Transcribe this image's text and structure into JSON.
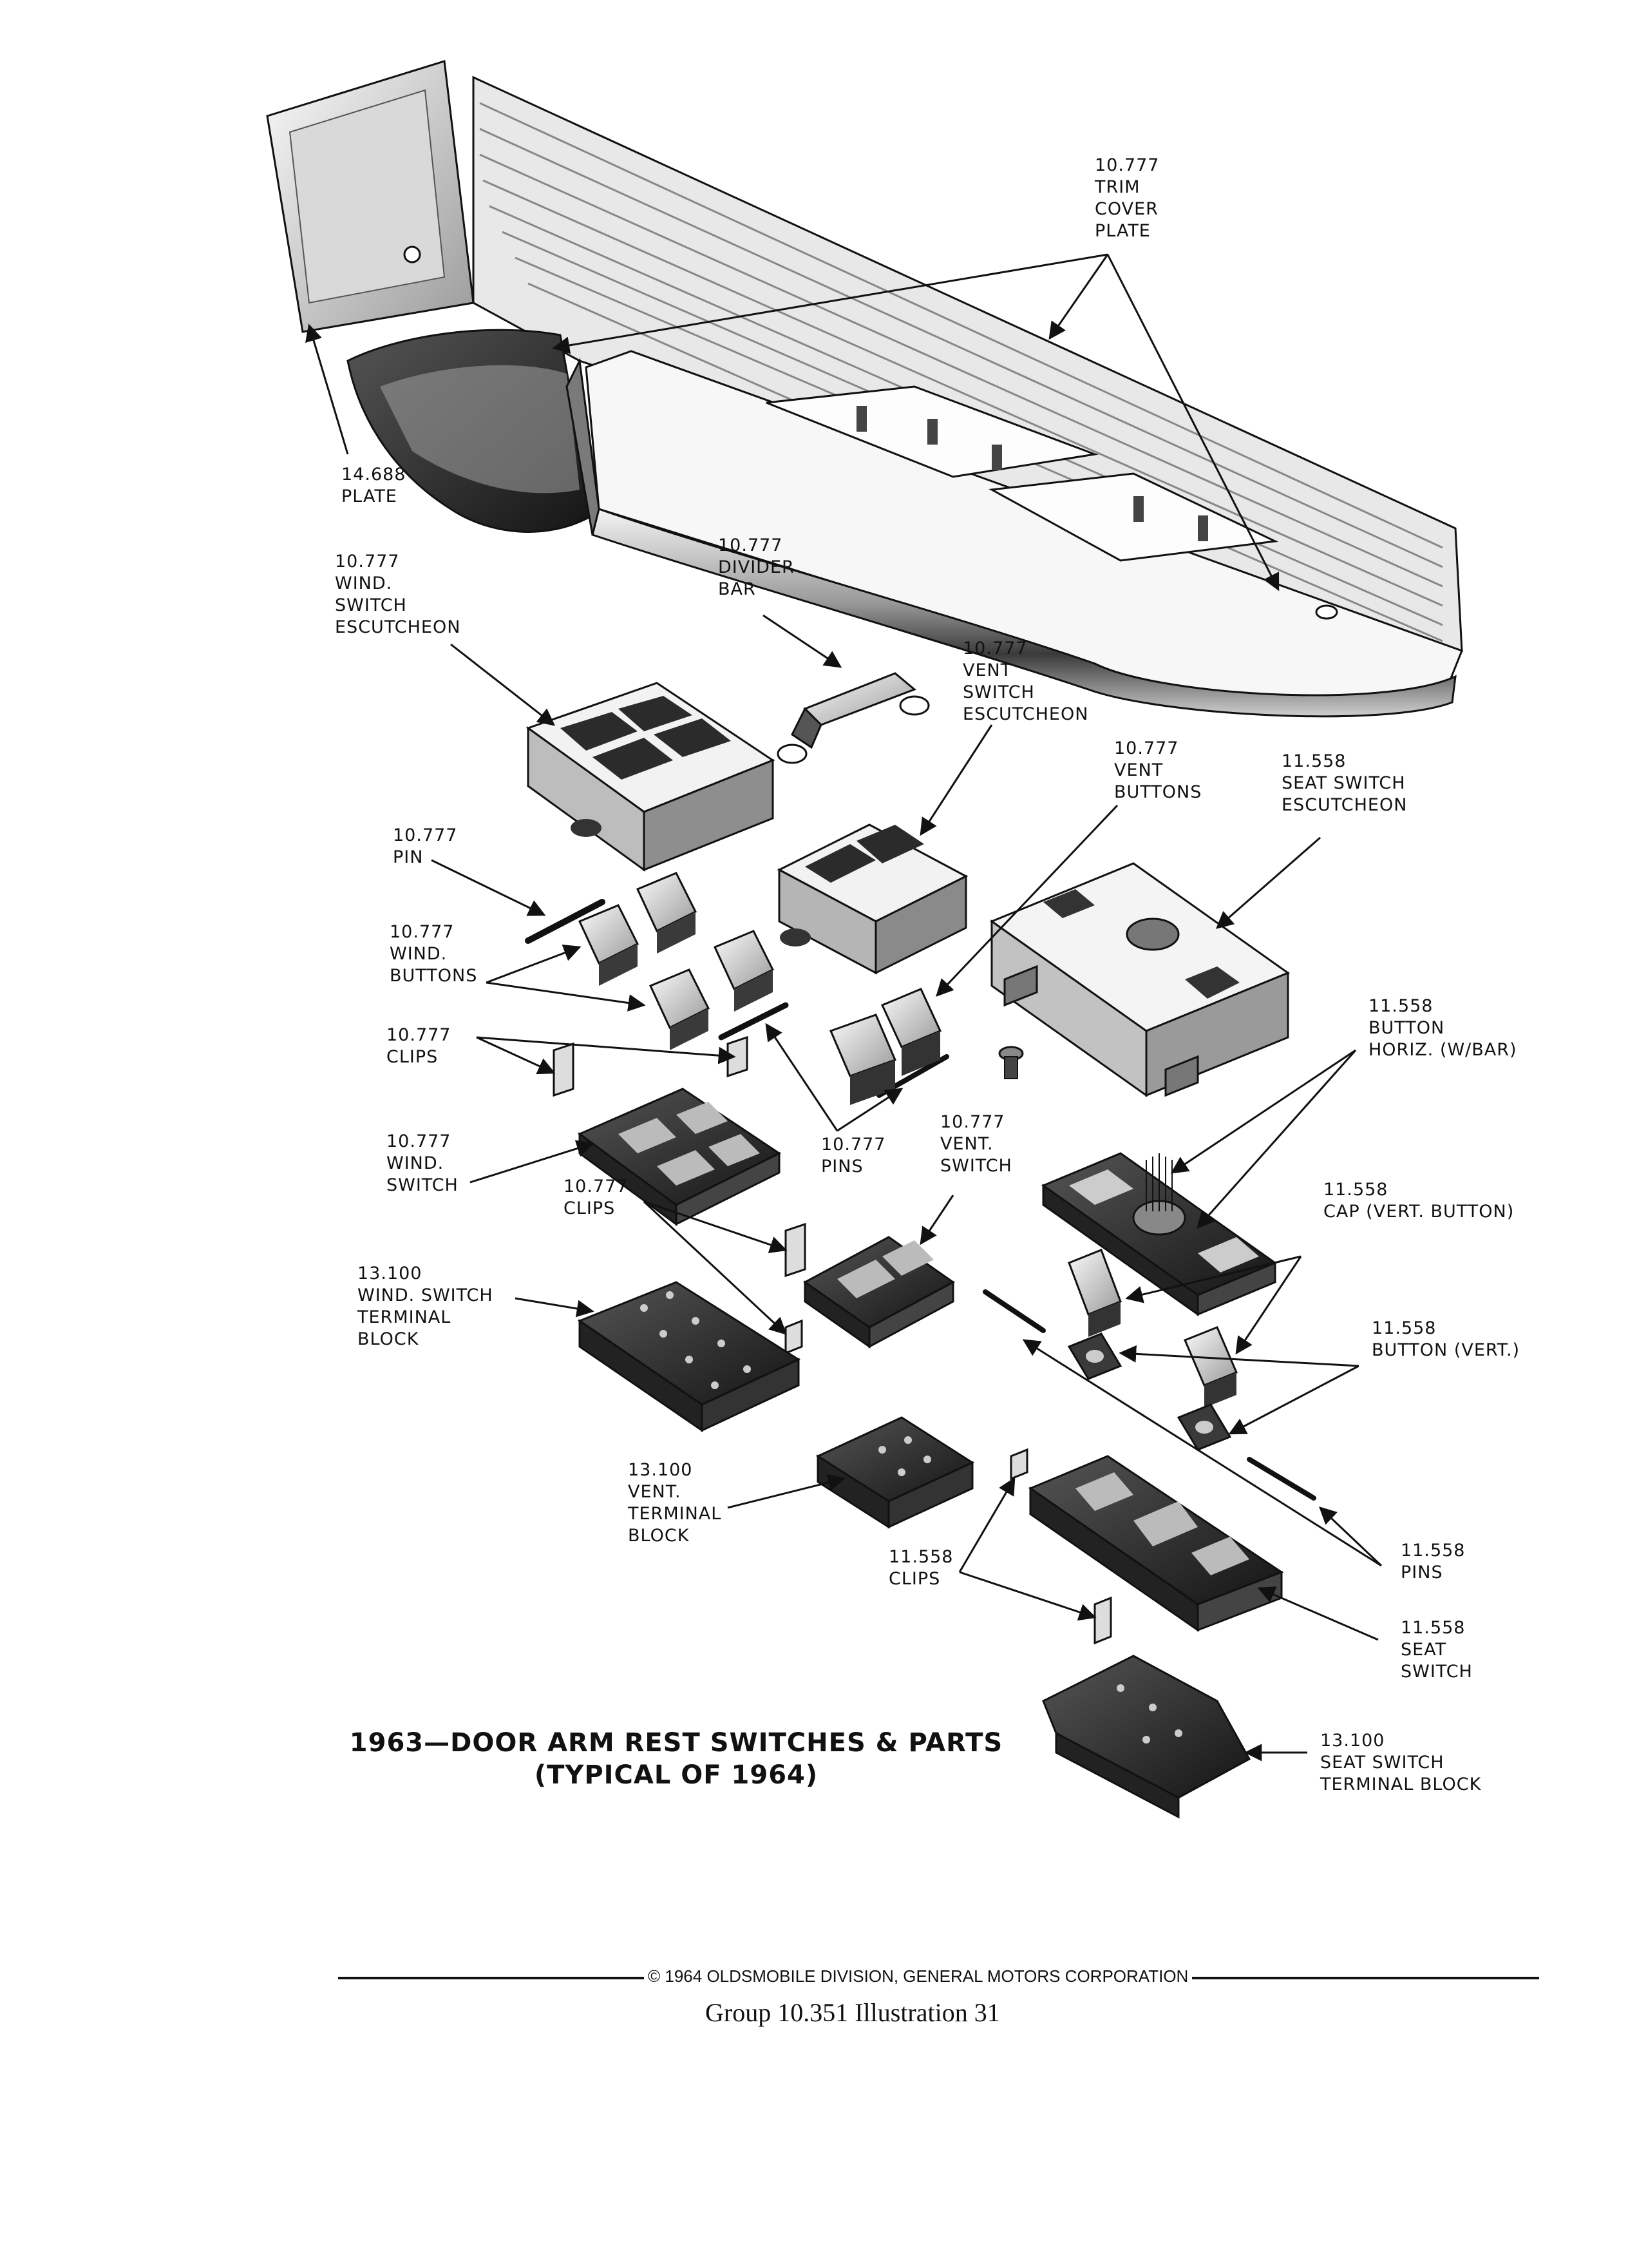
{
  "labels": {
    "trim_cover_plate": [
      "10.777",
      "TRIM",
      "COVER",
      "PLATE"
    ],
    "plate_14688": [
      "14.688",
      "PLATE"
    ],
    "wind_switch_escutcheon": [
      "10.777",
      "WIND.",
      "SWITCH",
      "ESCUTCHEON"
    ],
    "divider_bar": [
      "10.777",
      "DIVIDER",
      "BAR"
    ],
    "vent_switch_escutcheon": [
      "10.777",
      "VENT",
      "SWITCH",
      "ESCUTCHEON"
    ],
    "vent_buttons": [
      "10.777",
      "VENT",
      "BUTTONS"
    ],
    "seat_switch_escutcheon": [
      "11.558",
      "SEAT SWITCH",
      "ESCUTCHEON"
    ],
    "pin": [
      "10.777",
      "PIN"
    ],
    "wind_buttons": [
      "10.777",
      "WIND.",
      "BUTTONS"
    ],
    "clips_upper": [
      "10.777",
      "CLIPS"
    ],
    "button_horiz": [
      "11.558",
      "BUTTON",
      "HORIZ. (W/BAR)"
    ],
    "wind_switch": [
      "10.777",
      "WIND.",
      "SWITCH"
    ],
    "pins_10777": [
      "10.777",
      "PINS"
    ],
    "vent_switch": [
      "10.777",
      "VENT.",
      "SWITCH"
    ],
    "clips_lower": [
      "10.777",
      "CLIPS"
    ],
    "cap_vert_button": [
      "11.558",
      "CAP (VERT. BUTTON)"
    ],
    "wind_switch_terminal_block": [
      "13.100",
      "WIND. SWITCH",
      "TERMINAL",
      "BLOCK"
    ],
    "button_vert": [
      "11.558",
      "BUTTON (VERT.)"
    ],
    "vent_terminal_block": [
      "13.100",
      "VENT.",
      "TERMINAL",
      "BLOCK"
    ],
    "clips_11558": [
      "11.558",
      "CLIPS"
    ],
    "pins_11558": [
      "11.558",
      "PINS"
    ],
    "seat_switch": [
      "11.558",
      "SEAT",
      "SWITCH"
    ],
    "seat_switch_terminal_block": [
      "13.100",
      "SEAT SWITCH",
      "TERMINAL BLOCK"
    ]
  },
  "title": {
    "line1": "1963—DOOR ARM REST SWITCHES & PARTS",
    "line2": "(TYPICAL OF 1964)"
  },
  "footer": {
    "copyright": "© 1964 OLDSMOBILE DIVISION, GENERAL MOTORS CORPORATION",
    "group_line": "Group 10.351   Illustration 31"
  }
}
